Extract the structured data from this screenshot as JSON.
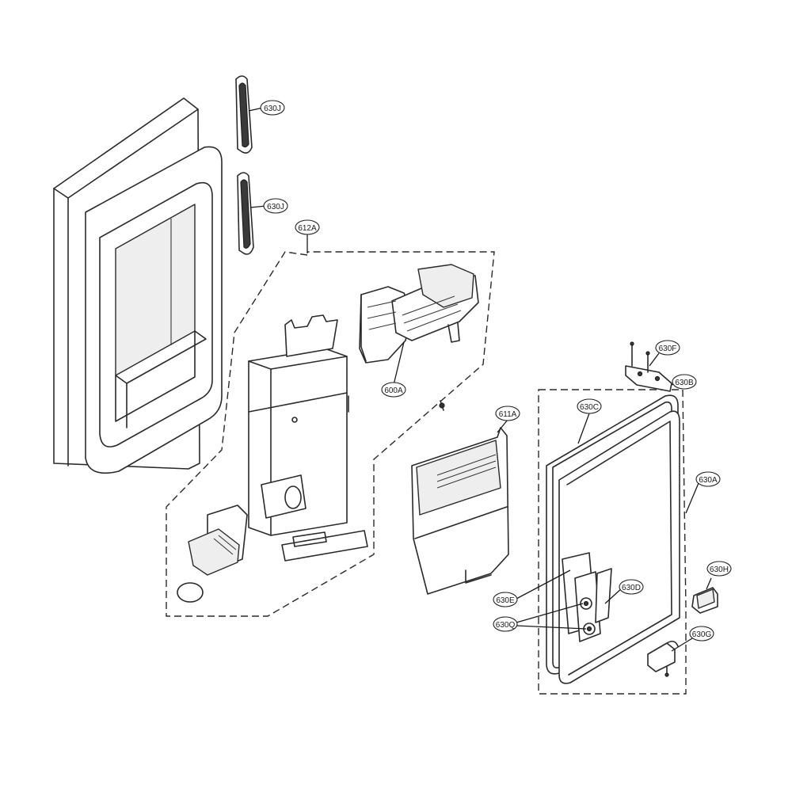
{
  "diagram": {
    "labels": {
      "630J_top": "630J",
      "630J_bottom": "630J",
      "612A": "612A",
      "600A": "600A",
      "611A": "611A",
      "630F": "630F",
      "630B": "630B",
      "630C": "630C",
      "630A": "630A",
      "630H": "630H",
      "630G": "630G",
      "630E": "630E",
      "630D": "630D",
      "630Q": "630Q"
    }
  }
}
